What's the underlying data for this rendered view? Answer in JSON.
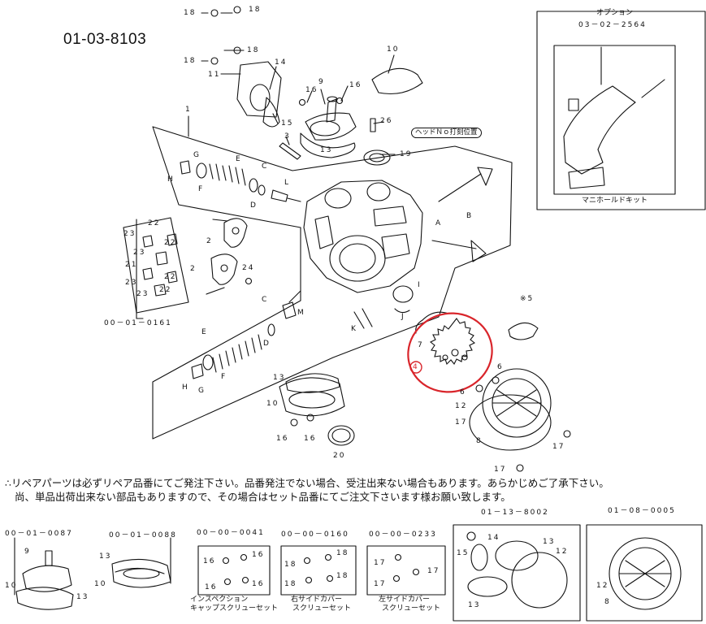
{
  "diagram_number": "01-03-8103",
  "labels": {
    "n18": "18",
    "n11": "11",
    "n14": "14",
    "n10": "10",
    "n9": "9",
    "n16": "16",
    "n1": "1",
    "n15": "15",
    "n3": "3",
    "n13": "13",
    "n26": "26",
    "n19": "19",
    "nG": "G",
    "nE": "E",
    "nC": "C",
    "nH": "H",
    "nF": "F",
    "nD": "D",
    "nL": "L",
    "nB": "B",
    "nA": "A",
    "n22": "22",
    "n23": "23",
    "n21": "21",
    "n2": "2",
    "n24": "24",
    "nI": "I",
    "nJ": "J",
    "nM": "M",
    "nK": "K",
    "n7": "7",
    "n4": "4",
    "n6": "6",
    "n5": "※5",
    "n12": "12",
    "n17": "17",
    "n8": "8",
    "n20": "20"
  },
  "head_stamp_label": "ヘッドＮｏ打刻位置",
  "group_ref": "00－01－0161",
  "option_box": {
    "title": "オプション",
    "code": "03－02－2564",
    "caption": "マニホールドキット"
  },
  "notes": {
    "line1": "∴リペアパーツは必ずリペア品番にてご発注下さい。品番発注でない場合、受注出来ない場合もあります。あらかじめご了承下さい。",
    "line2": "尚、単品出荷出来ない部品もありますので、その場合はセット品番にてご注文下さいます様お願い致します。"
  },
  "kits": [
    {
      "code": "00－01－0087"
    },
    {
      "code": "00－01－0088"
    },
    {
      "code": "00－00－0041",
      "caption1": "インスペクション",
      "caption2": "キャップスクリューセット"
    },
    {
      "code": "00－00－0160",
      "caption1": "右サイドカバー",
      "caption2": "スクリューセット"
    },
    {
      "code": "00－00－0233",
      "caption1": "左サイドカバー",
      "caption2": "スクリューセット"
    },
    {
      "code": "01－13－8002"
    },
    {
      "code": "01－08－0005"
    }
  ],
  "highlight_color": "#d9252b"
}
